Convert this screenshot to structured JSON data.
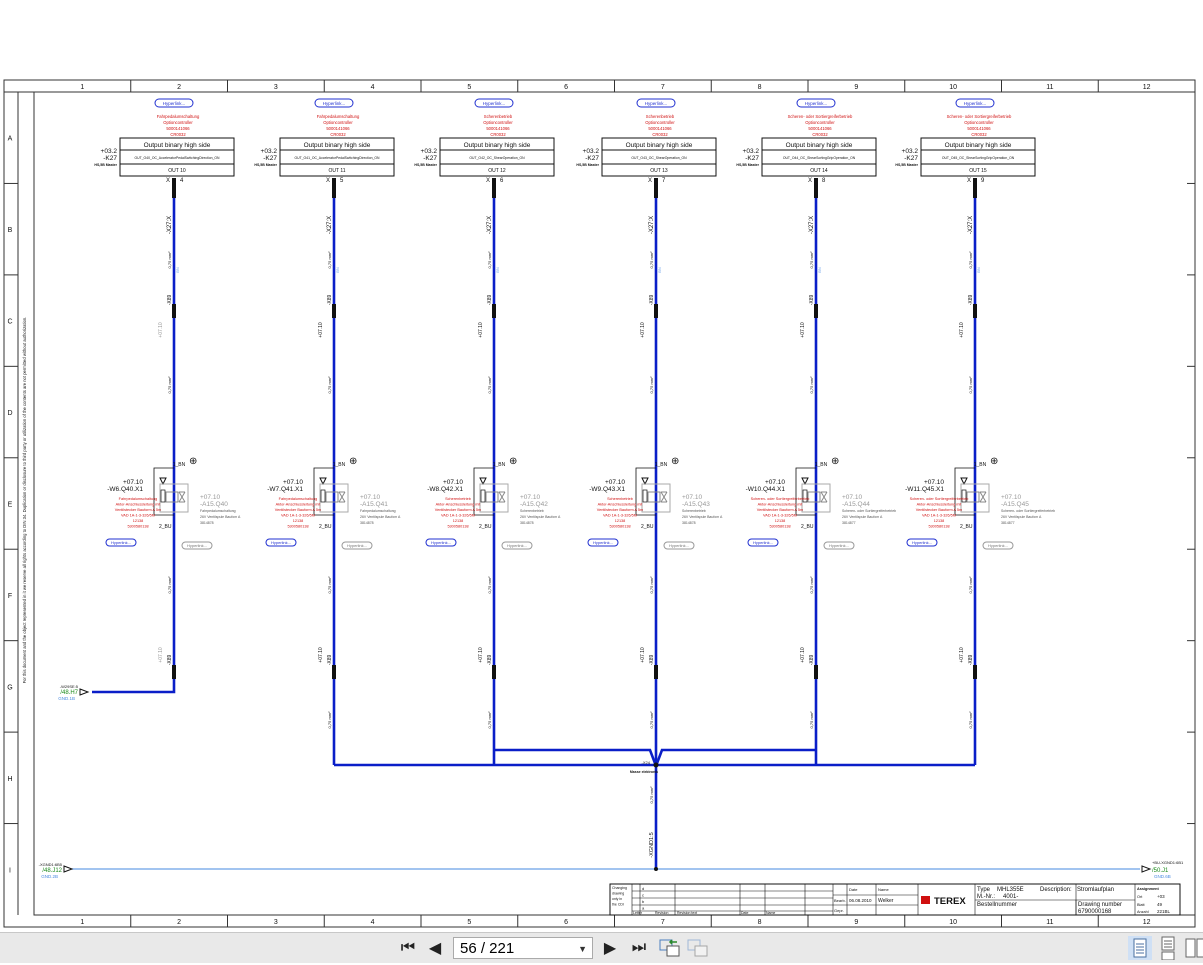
{
  "grid": {
    "columns": [
      "1",
      "2",
      "3",
      "4",
      "5",
      "6",
      "7",
      "8",
      "9",
      "10",
      "11",
      "12"
    ],
    "rows": [
      "A",
      "B",
      "C",
      "D",
      "E",
      "F",
      "G",
      "H",
      "I"
    ]
  },
  "side_note": "For this document and the object represented in it we reserve all rights according to DIN 34. Duplication or disclosure to third party or utilization of the contents are not permitted without authorization.",
  "colors": {
    "wire": "#0a1ec8",
    "ground_wire": "#6aa0e8",
    "red_text": "#d01010",
    "link_blue": "#2030d0"
  },
  "circuits": [
    {
      "link": "Hyperlink...",
      "desc_top": [
        "Fahrpedalumschaltung",
        "Optioncontroller",
        "5000141066",
        "CR0032"
      ],
      "ref": "+03.2",
      "dev": "-K27",
      "dev_sub": "HS,5B Master",
      "block_title": "Output binary high side",
      "signal": "OUT_O40_OC_AcceleratorPedalSwitchingDirection_ON",
      "out": "OUT 10",
      "pin": "4",
      "conn": "-X27:X",
      "term": "-X89",
      "valve_ref": "+07.10",
      "valve_conn": "-W6.Q40.X1",
      "valve": "-A15.Q40",
      "valve_note": "Fahrpedalumschaltung",
      "valve_spec": "26V Ventilspule Baufom A",
      "valve_no": "3814878",
      "red_lines": [
        "Fahrpedalumschaltung",
        "Aktor-Anschlussleitung mit",
        "Ventilstecker Bauform A 5m",
        "VAD 1A-1-3-326/5M",
        "12138",
        "5300580138"
      ],
      "pin_top": "1_BN",
      "pin_bot": "2_BU"
    },
    {
      "link": "Hyperlink...",
      "desc_top": [
        "Fahrpedalumschaltung",
        "Optioncontroller",
        "5000141066",
        "CR0032"
      ],
      "ref": "+03.2",
      "dev": "-K27",
      "dev_sub": "HS,5B Master",
      "block_title": "Output binary high side",
      "signal": "OUT_O41_OC_AcceleratorPedalSwitchingDirection_ON",
      "out": "OUT 11",
      "pin": "5",
      "conn": "-X27:X",
      "term": "-X89",
      "valve_ref": "+07.10",
      "valve_conn": "-W7.Q41.X1",
      "valve": "-A15.Q41",
      "valve_note": "Fahrpedalumschaltung",
      "valve_spec": "26V Ventilspule Baufom A",
      "valve_no": "3814878",
      "red_lines": [
        "Fahrpedalumschaltung",
        "Aktor-Anschlussleitung mit",
        "Ventilstecker Bauform A 5m",
        "VAD 1A-1-3-326/5M",
        "12138",
        "5300580138"
      ],
      "pin_top": "1_BN",
      "pin_bot": "2_BU"
    },
    {
      "link": "Hyperlink...",
      "desc_top": [
        "Scherenbetrieb",
        "Optioncontroller",
        "5000141066",
        "CR0032"
      ],
      "ref": "+03.2",
      "dev": "-K27",
      "dev_sub": "HS,5B Master",
      "block_title": "Output binary high side",
      "signal": "OUT_O42_OC_ShearOperation_ON",
      "out": "OUT 12",
      "pin": "6",
      "conn": "-X27:X",
      "term": "-X89",
      "valve_ref": "+07.10",
      "valve_conn": "-W8.Q42.X1",
      "valve": "-A15.Q42",
      "valve_note": "Scherenbetrieb",
      "valve_spec": "26V Ventilspule Baufom A",
      "valve_no": "3814878",
      "red_lines": [
        "Scherenbetrieb",
        "Aktor-Anschlussleitung mit",
        "Ventilstecker Bauform A 5m",
        "VAD 1A-1-3-326/5M",
        "12138",
        "5300580138"
      ],
      "pin_top": "1_BN",
      "pin_bot": "2_BU"
    },
    {
      "link": "Hyperlink...",
      "desc_top": [
        "Scherenbetrieb",
        "Optioncontroller",
        "5000141066",
        "CR0032"
      ],
      "ref": "+03.2",
      "dev": "-K27",
      "dev_sub": "HS,5B Master",
      "block_title": "Output binary high side",
      "signal": "OUT_O43_OC_ShearOperation_ON",
      "out": "OUT 13",
      "pin": "7",
      "conn": "-X27:X",
      "term": "-X89",
      "valve_ref": "+07.10",
      "valve_conn": "-W9.Q43.X1",
      "valve": "-A15.Q43",
      "valve_note": "Scherenbetrieb",
      "valve_spec": "26V Ventilspule Baufom A",
      "valve_no": "3814878",
      "red_lines": [
        "Scherenbetrieb",
        "Aktor-Anschlussleitung mit",
        "Ventilstecker Bauform A 5m",
        "VAD 1A-1-3-326/5M",
        "12138",
        "5300580138"
      ],
      "pin_top": "1_BN",
      "pin_bot": "2_BU"
    },
    {
      "link": "Hyperlink...",
      "desc_top": [
        "Scheren- oder Sortiergreiferbetrieb",
        "Optioncontroller",
        "5000141066",
        "CR0032"
      ],
      "ref": "+03.2",
      "dev": "-K27",
      "dev_sub": "HS,5B Master",
      "block_title": "Output binary high side",
      "signal": "OUT_O44_OC_ShearSortingGripOperation_ON",
      "out": "OUT 14",
      "pin": "8",
      "conn": "-X27:X",
      "term": "-X89",
      "valve_ref": "+07.10",
      "valve_conn": "-W10.Q44.X1",
      "valve": "-A15.Q44",
      "valve_note": "Scheren- oder Sortiergreiferbetrieb",
      "valve_spec": "26V Ventilspule Baufom A",
      "valve_no": "3814877",
      "red_lines": [
        "Scheren- oder Sortiergreiferbetrieb",
        "Aktor-Anschlussleitung mit",
        "Ventilstecker Bauform A 5m",
        "VAD 1A-1-3-326/5M",
        "12138",
        "5300580138"
      ],
      "pin_top": "1_BN",
      "pin_bot": "2_BU"
    },
    {
      "link": "Hyperlink...",
      "desc_top": [
        "Scheren- oder Sortiergreiferbetrieb",
        "Optioncontroller",
        "5000141066",
        "CR0032"
      ],
      "ref": "+03.2",
      "dev": "-K27",
      "dev_sub": "HS,5B Master",
      "block_title": "Output binary high side",
      "signal": "OUT_O45_OC_ShearSortingGripOperation_ON",
      "out": "OUT 15",
      "pin": "9",
      "conn": "-X27:X",
      "term": "-X89",
      "valve_ref": "+07.10",
      "valve_conn": "-W11.Q45.X1",
      "valve": "-A15.Q45",
      "valve_note": "Scheren- oder Sortiergreiferbetrieb",
      "valve_spec": "26V Ventilspule Baufom A",
      "valve_no": "3814877",
      "red_lines": [
        "Scheren- oder Sortiergreiferbetrieb",
        "Aktor-Anschlussleitung mit",
        "Ventilstecker Bauform A 5m",
        "VAD 1A-1-3-326/5M",
        "12138",
        "5300580138"
      ],
      "pin_top": "1_BN",
      "pin_bot": "2_BU"
    }
  ],
  "wire_labels": {
    "cross_section": "0,75 mm²",
    "color": "BN",
    "ground_node": "-X24",
    "ground_node_note": "Masse elektronik",
    "ground_term": "-XGND1:5"
  },
  "off_page": {
    "left_top": {
      "name": "-W29SE:5",
      "ref": "/48.H7",
      "sub": "GND.1B"
    },
    "left_bottom": {
      "name": "-XGND1:6B5",
      "ref": "/48.J12",
      "sub": "GND.2B"
    },
    "right_bottom": {
      "name": "+BU-XGND1:6B1",
      "ref": "/50.J1",
      "sub": "GND.6B"
    }
  },
  "title_block": {
    "changing_label": "Changing drawing only in the CDI",
    "rev_letters": [
      "d",
      "c",
      "b",
      "a"
    ],
    "rev_headers": [
      "Letter",
      "Revision",
      "Revision text",
      "Date",
      "Name"
    ],
    "date_label": "Date",
    "name_label": "Name",
    "bearb_label": "Bearb.",
    "bearb_date": "06.08.2010",
    "bearb_name": "Welker",
    "gepr_label": "Gepr.",
    "brand": "TEREX",
    "type_label": "Type",
    "type_value": "MHL355E",
    "mnr_label": "M.-Nr.:",
    "mnr_value": "4001-",
    "desc_label": "Description:",
    "desc_value": "Stromlaufplan",
    "bestell_label": "Bestellnummer",
    "drawing_label": "Drawing number",
    "drawing_value": "6790000168",
    "assign_label": "Assignment",
    "ort_label": "Ort",
    "ort_value": "+03",
    "blatt_label": "Blatt",
    "blatt_value": "49",
    "anzahl_label": "Anzahl",
    "anzahl_value": "221BL"
  },
  "toolbar": {
    "page_value": "56 / 221"
  }
}
